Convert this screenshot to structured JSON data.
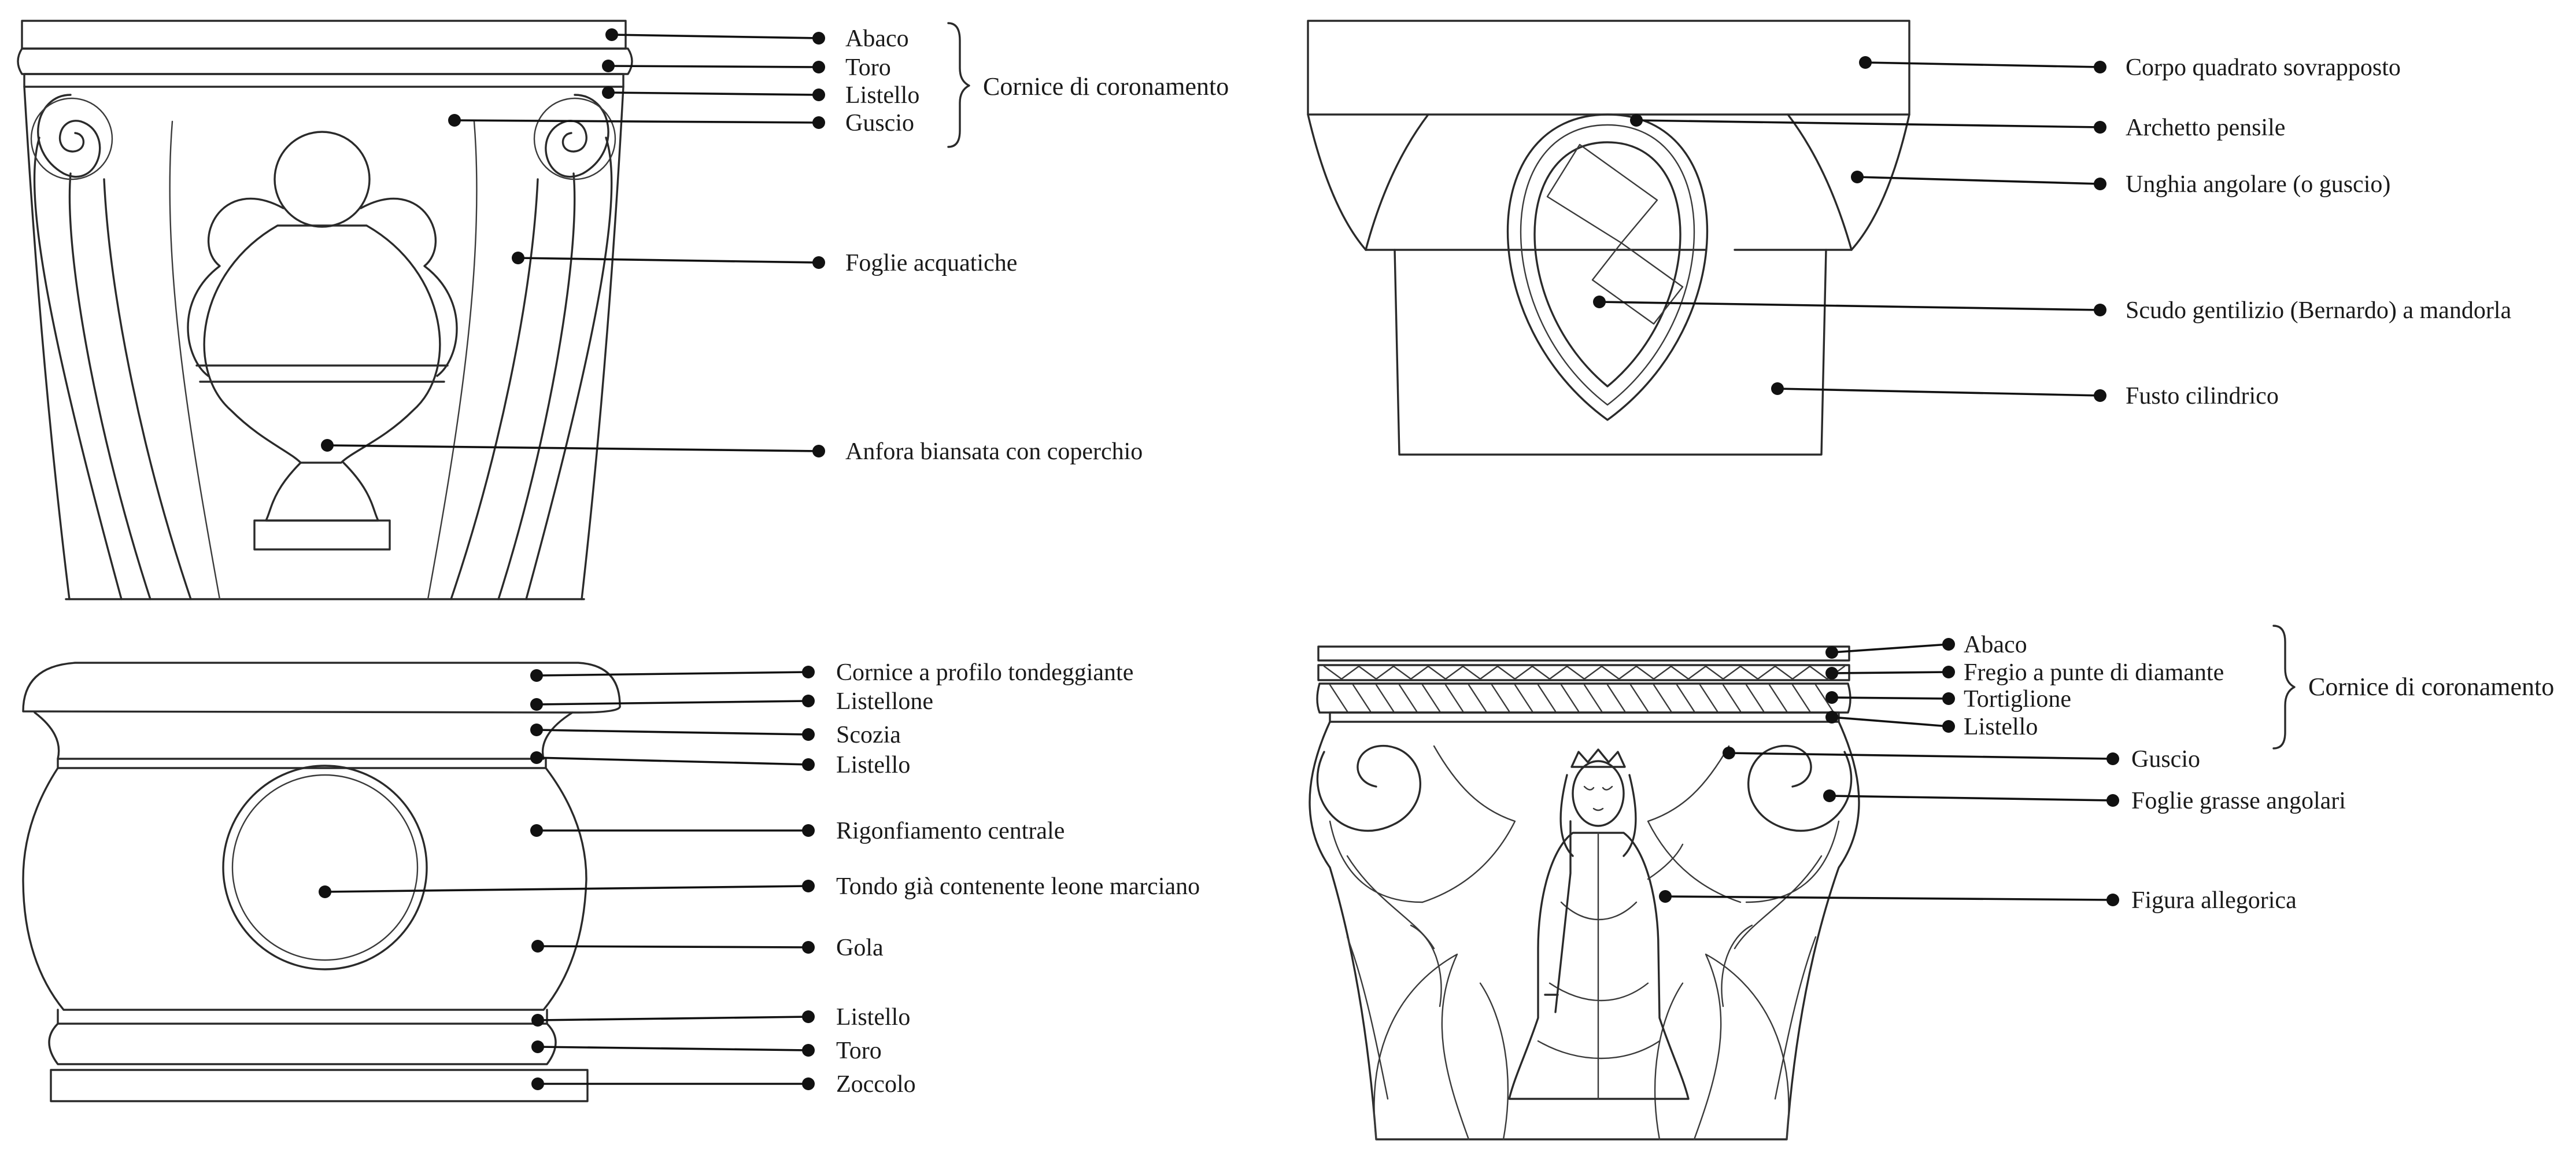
{
  "diagrams": [
    {
      "id": "capital-amphora",
      "labels": [
        {
          "text": "Abaco"
        },
        {
          "text": "Toro"
        },
        {
          "text": "Listello"
        },
        {
          "text": "Guscio"
        },
        {
          "text": "Foglie acquatiche"
        },
        {
          "text": "Anfora biansata con coperchio"
        }
      ],
      "group_label": "Cornice di coronamento"
    },
    {
      "id": "capital-shield",
      "labels": [
        {
          "text": "Corpo quadrato sovrapposto"
        },
        {
          "text": "Archetto pensile"
        },
        {
          "text": "Unghia angolare (o guscio)"
        },
        {
          "text": "Scudo gentilizio (Bernardo) a mandorla"
        },
        {
          "text": "Fusto cilindrico"
        }
      ]
    },
    {
      "id": "base-roundel",
      "labels": [
        {
          "text": "Cornice a profilo tondeggiante"
        },
        {
          "text": "Listellone"
        },
        {
          "text": "Scozia"
        },
        {
          "text": "Listello"
        },
        {
          "text": "Rigonfiamento centrale"
        },
        {
          "text": "Tondo già contenente leone marciano"
        },
        {
          "text": "Gola"
        },
        {
          "text": "Listello"
        },
        {
          "text": "Toro"
        },
        {
          "text": "Zoccolo"
        }
      ]
    },
    {
      "id": "capital-figure",
      "labels": [
        {
          "text": "Abaco"
        },
        {
          "text": "Fregio a punte di diamante"
        },
        {
          "text": "Tortiglione"
        },
        {
          "text": "Listello"
        },
        {
          "text": "Guscio"
        },
        {
          "text": "Foglie grasse angolari"
        },
        {
          "text": "Figura allegorica"
        }
      ],
      "group_label": "Cornice di coronamento"
    }
  ]
}
